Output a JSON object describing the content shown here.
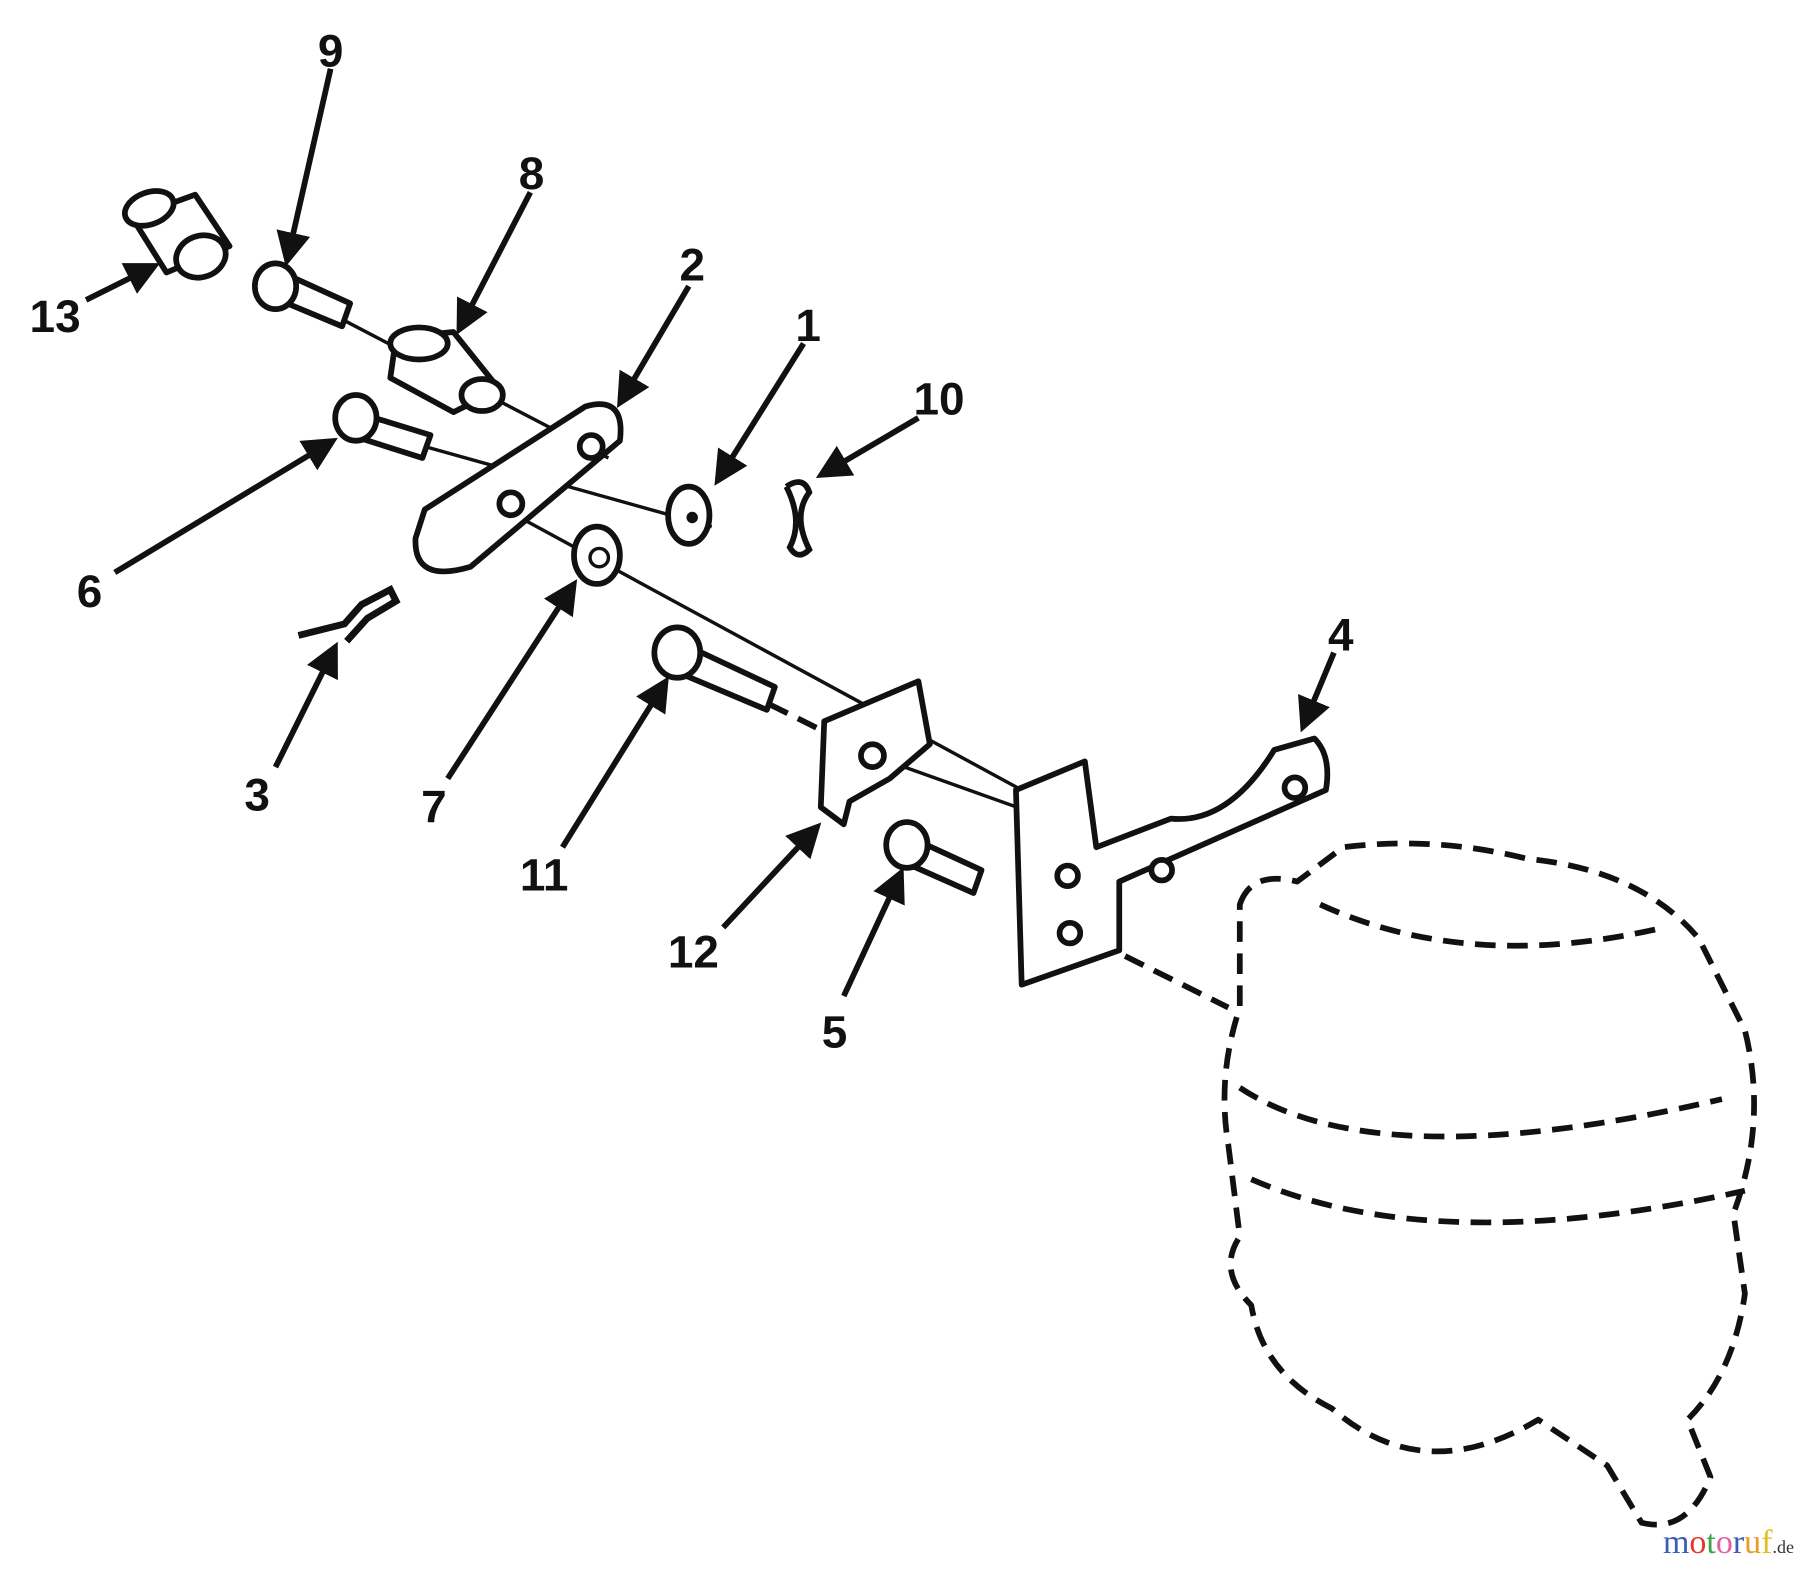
{
  "diagram": {
    "type": "exploded parts diagram",
    "callouts": [
      "1",
      "2",
      "3",
      "4",
      "5",
      "6",
      "7",
      "8",
      "9",
      "10",
      "11",
      "12",
      "13"
    ]
  },
  "watermark": {
    "text": "motoruf",
    "suffix": ".de",
    "colors": [
      "#3b5db5",
      "#e03a2f",
      "#3fa34d",
      "#e65fa0",
      "#3b5db5",
      "#e89b22",
      "#e0c020"
    ]
  }
}
